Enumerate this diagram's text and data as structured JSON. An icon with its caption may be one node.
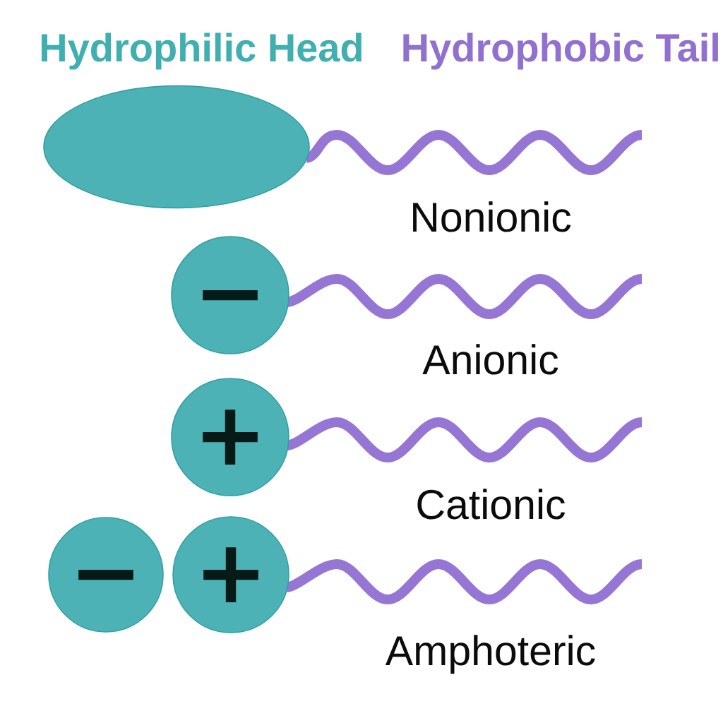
{
  "diagram": {
    "nodes": [
      {
        "text": [],
        "shape": "ellipse"
      },
      {
        "text": [
          "−"
        ]
      },
      {
        "text": [
          "+"
        ]
      },
      {
        "text": [
          "−"
        ]
      },
      {
        "text": [
          "+"
        ]
      }
    ],
    "labels": [
      "Hydrophilic Head",
      "Hydrophobic Tail",
      "Nonionic",
      "Anionic",
      "Cationic",
      "Amphoteric"
    ]
  }
}
